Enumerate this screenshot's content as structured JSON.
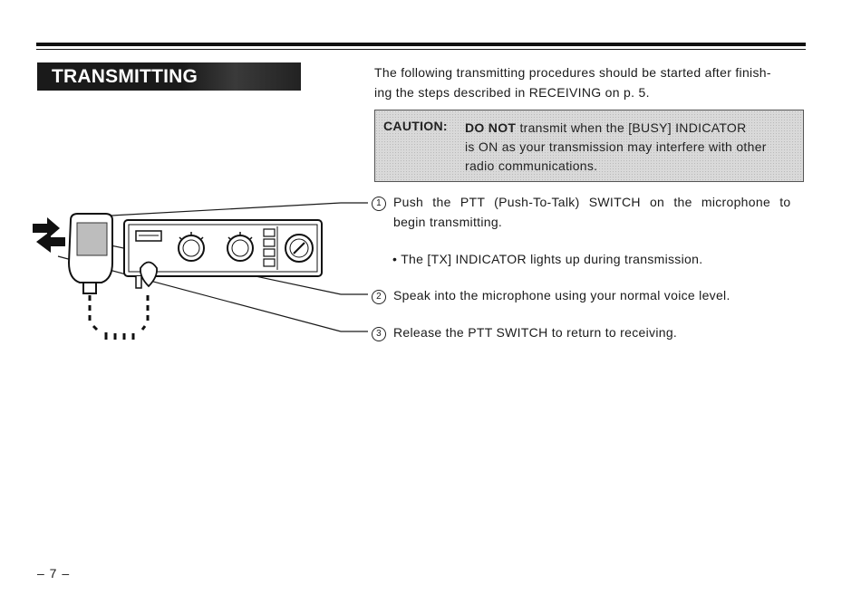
{
  "heading": "TRANSMITTING",
  "intro": {
    "line1": "The following transmitting procedures should be started after finish-",
    "line2": "ing the steps described in RECEIVING on p. 5."
  },
  "caution": {
    "label": "CAUTION:",
    "emphasis": "DO NOT",
    "line1_rest": " transmit when the [BUSY] INDICATOR",
    "line2": "is ON as your transmission may interfere with other",
    "line3": "radio communications."
  },
  "steps": [
    {
      "number": "1",
      "line1": "Push the PTT (Push-To-Talk) SWITCH on the microphone to",
      "line2": "begin transmitting."
    },
    {
      "number": "2",
      "text": "Speak into the microphone using your normal voice level."
    },
    {
      "number": "3",
      "text": "Release the PTT SWITCH to return to receiving."
    }
  ],
  "note": {
    "bullet": "•",
    "text": "The [TX] INDICATOR lights up during transmission."
  },
  "page_number": "– 7 –",
  "illustration": {
    "subject": "radio-transceiver-with-handheld-microphone",
    "icons": [
      "arrow-right-icon",
      "arrow-left-icon"
    ]
  }
}
